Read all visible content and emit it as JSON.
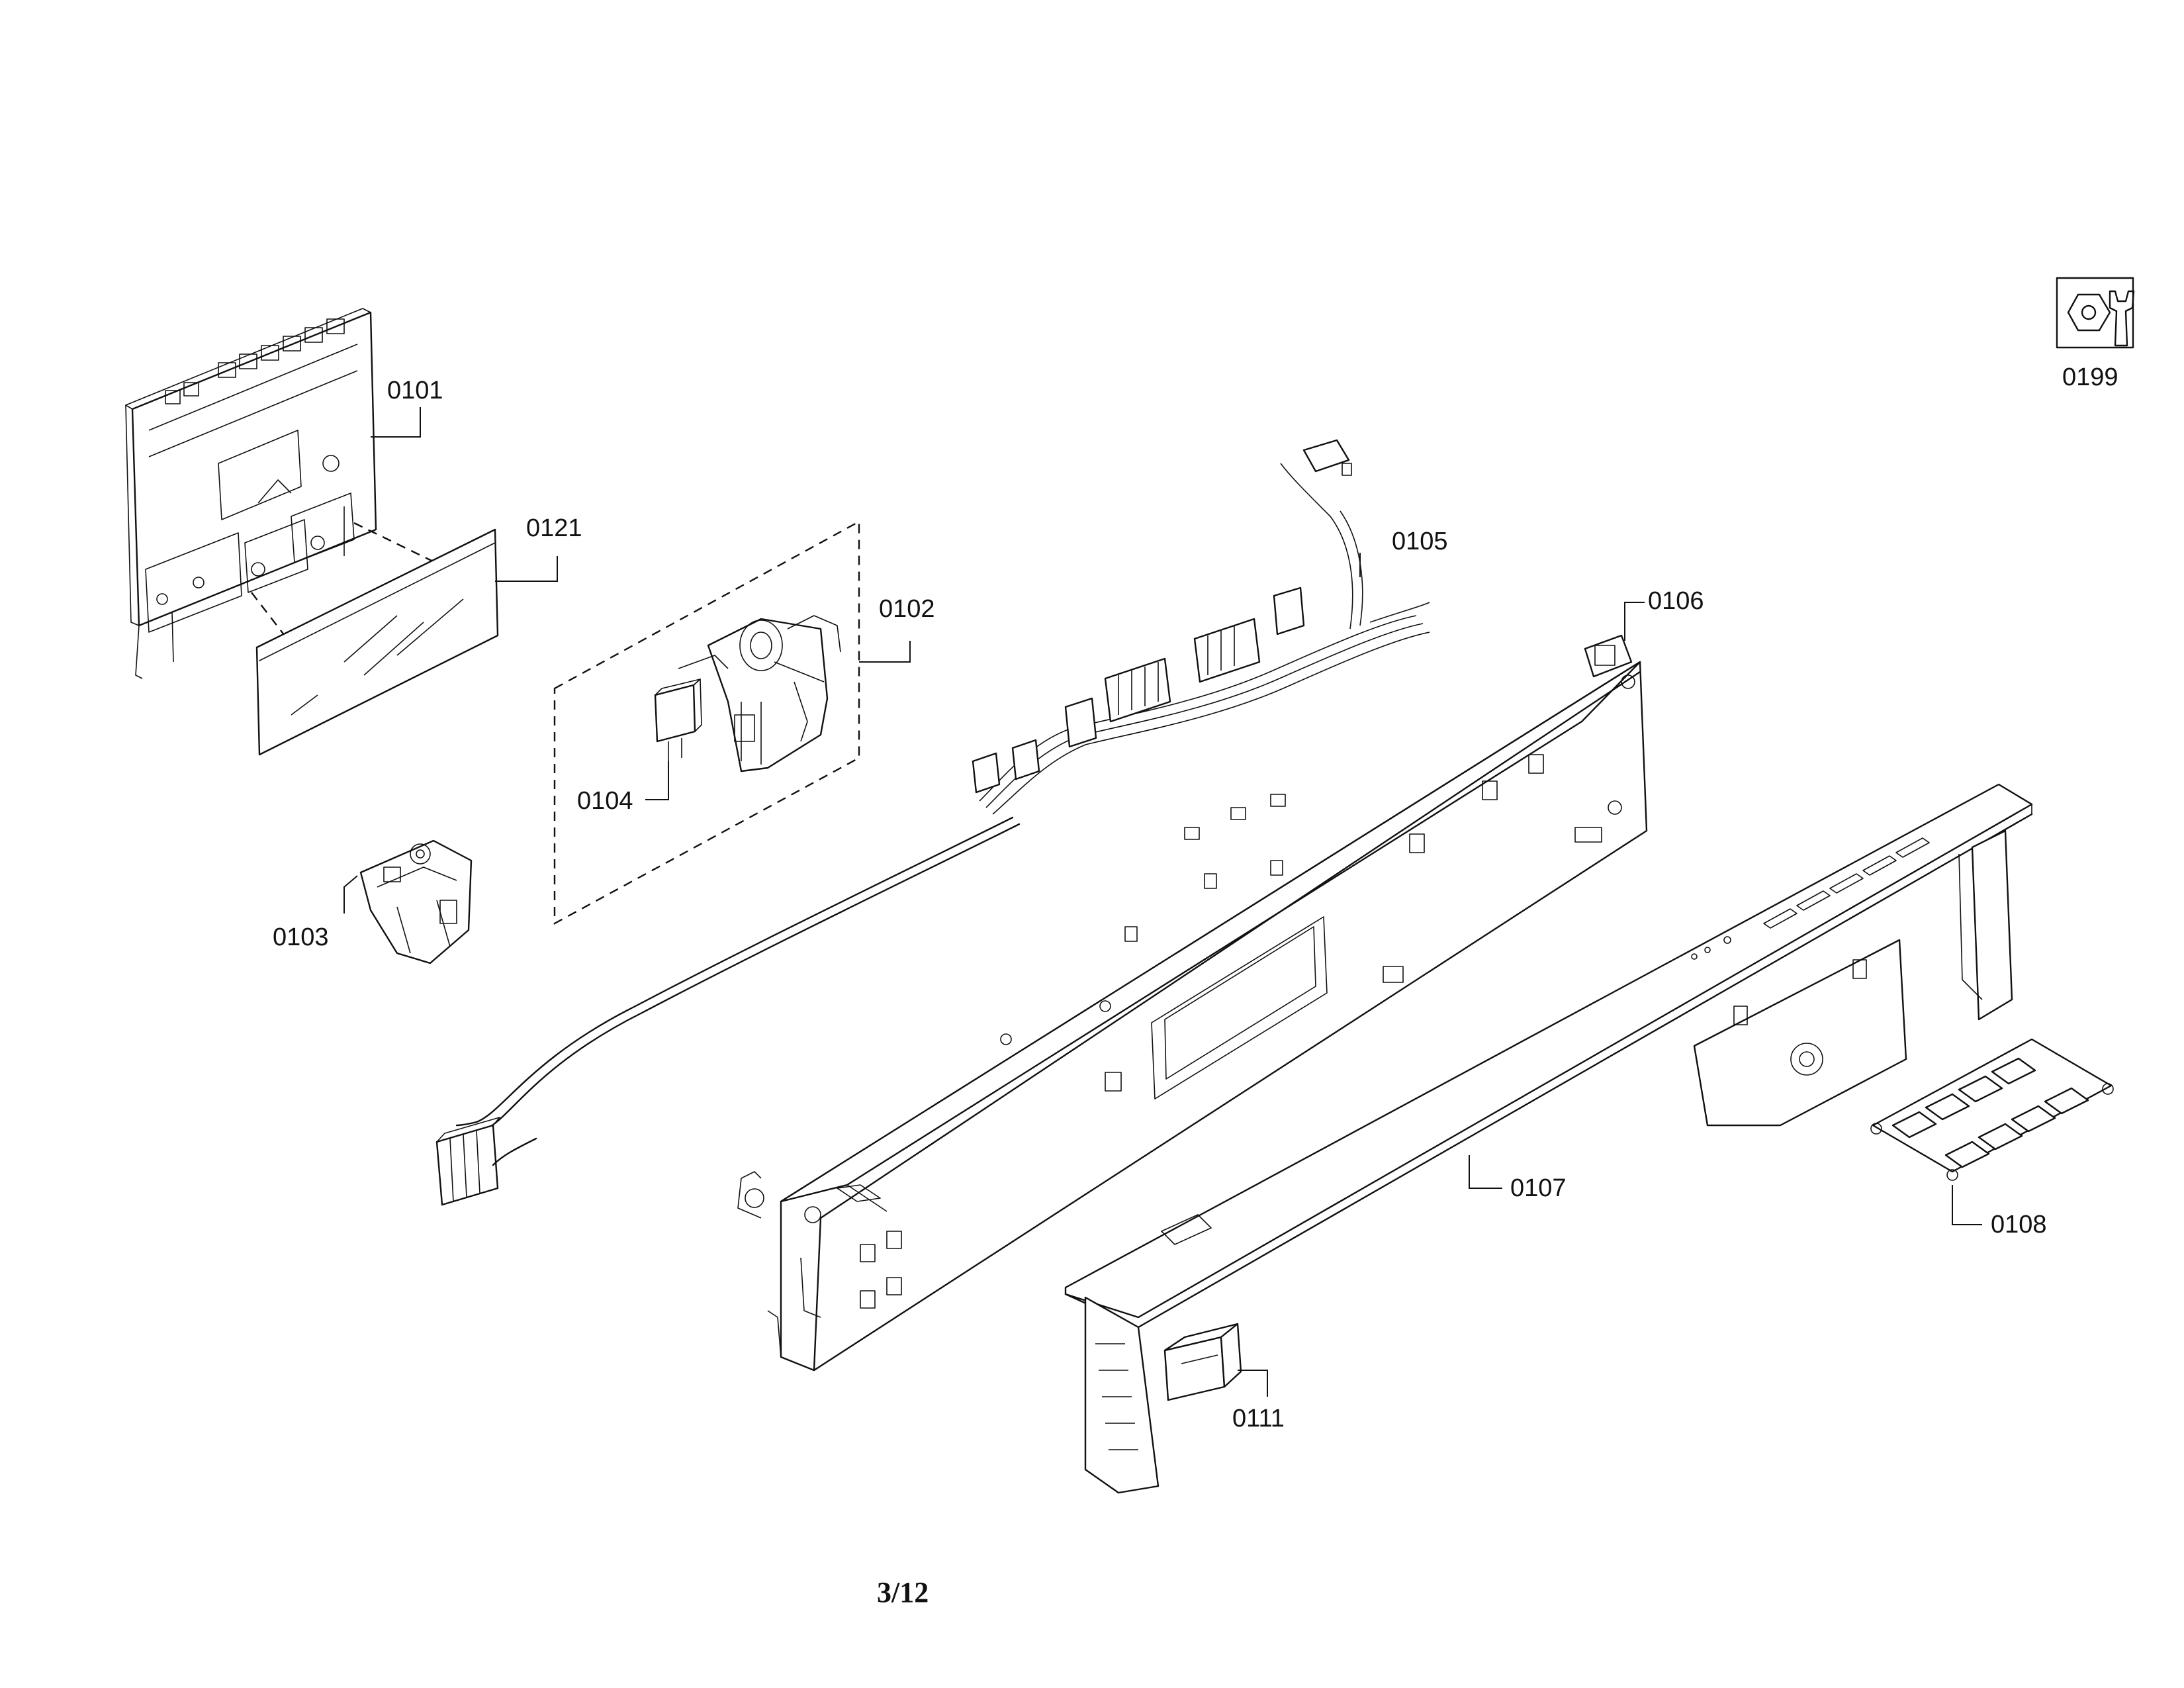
{
  "parts": {
    "p0101": "0101",
    "p0102": "0102",
    "p0103": "0103",
    "p0104": "0104",
    "p0105": "0105",
    "p0106": "0106",
    "p0107": "0107",
    "p0108": "0108",
    "p0111": "0111",
    "p0121": "0121",
    "p0199": "0199"
  },
  "page_number": "3/12",
  "icons": {
    "tool": "nut-and-wrench-icon"
  }
}
